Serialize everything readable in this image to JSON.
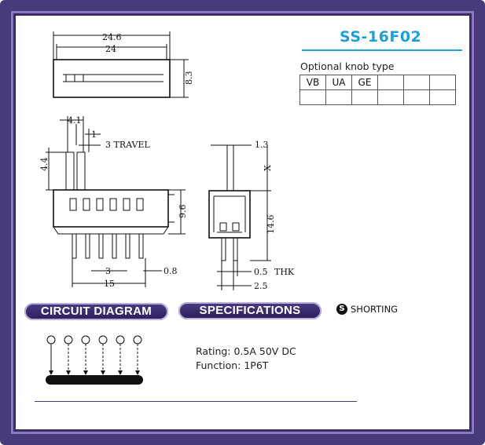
{
  "title": "SS-16F02",
  "knob": {
    "caption": "Optional knob type",
    "row1": [
      "VB",
      "UA",
      "GE",
      "",
      "",
      ""
    ],
    "row2": [
      "",
      "",
      "",
      "",
      "",
      ""
    ]
  },
  "top_view": {
    "dim_outer": "24.6",
    "dim_inner": "24",
    "dim_height": "8.3"
  },
  "front_view": {
    "dim_41": "4.1",
    "dim_1": "1",
    "travel": "3  TRAVEL",
    "dim_44": "4.4",
    "dim_96": "9.6",
    "dim_3": "3",
    "dim_08": "0.8",
    "dim_15": "15"
  },
  "side_view": {
    "dim_13": "1.3",
    "dim_x": "X",
    "dim_146": "14.6",
    "dim_05": "0.5",
    "thk": "THK",
    "dim_25": "2.5"
  },
  "circuit_label": "CIRCUIT DIAGRAM",
  "spec_label": "SPECIFICATIONS",
  "shorting": "SHORTING",
  "shorting_icon": "S",
  "specs": {
    "rating": "Rating: 0.5A 50V DC",
    "function": "Function: 1P6T"
  }
}
